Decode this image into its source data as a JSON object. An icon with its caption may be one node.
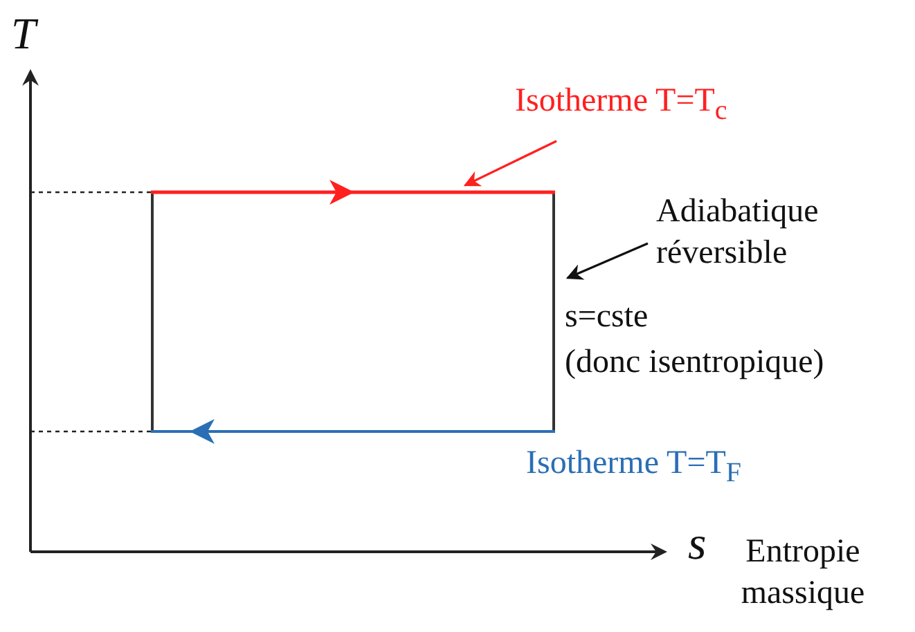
{
  "diagram": {
    "nodes": [
      {
        "text": [
          "Isotherme T=T$_{c}$"
        ]
      },
      {
        "text": [
          "Adiabatique réversible"
        ]
      }
    ],
    "edges": [
      {
        "from": 0,
        "to": null,
        "arrow": "to",
        "color": "#ff2020"
      },
      {
        "from": 1,
        "to": null,
        "arrow": "to",
        "color": "#111111"
      }
    ],
    "labels": [
      "T",
      "s=cste",
      "(donc isentropique)",
      "Isotherme T=T$_{F}$",
      "s",
      "Entropie massique"
    ]
  }
}
